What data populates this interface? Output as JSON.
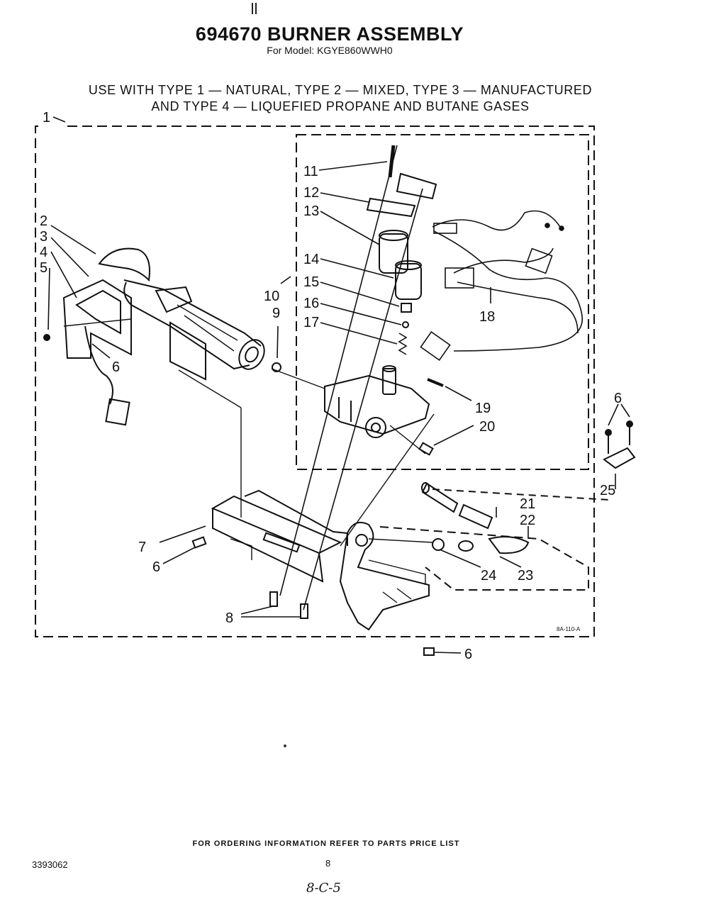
{
  "header": {
    "title": "694670 BURNER ASSEMBLY",
    "model_line": "For Model: KGYE860WWH0",
    "usage_line_1": "USE WITH TYPE 1 — NATURAL, TYPE 2 — MIXED, TYPE 3 — MANUFACTURED",
    "usage_line_2": "AND TYPE 4 — LIQUEFIED PROPANE AND BUTANE GASES"
  },
  "callouts": [
    "1",
    "2",
    "3",
    "4",
    "5",
    "6",
    "6",
    "6",
    "6",
    "7",
    "8",
    "9",
    "10",
    "11",
    "12",
    "13",
    "14",
    "15",
    "16",
    "17",
    "18",
    "19",
    "20",
    "21",
    "22",
    "23",
    "24",
    "25"
  ],
  "drawing_code": "8A-110-A",
  "footer": {
    "ordering_note": "FOR ORDERING INFORMATION REFER TO PARTS PRICE LIST",
    "document_number": "3393062",
    "page_number": "8",
    "handwritten_note": "8-C-5"
  },
  "colors": {
    "ink": "#111111",
    "paper": "#ffffff"
  }
}
